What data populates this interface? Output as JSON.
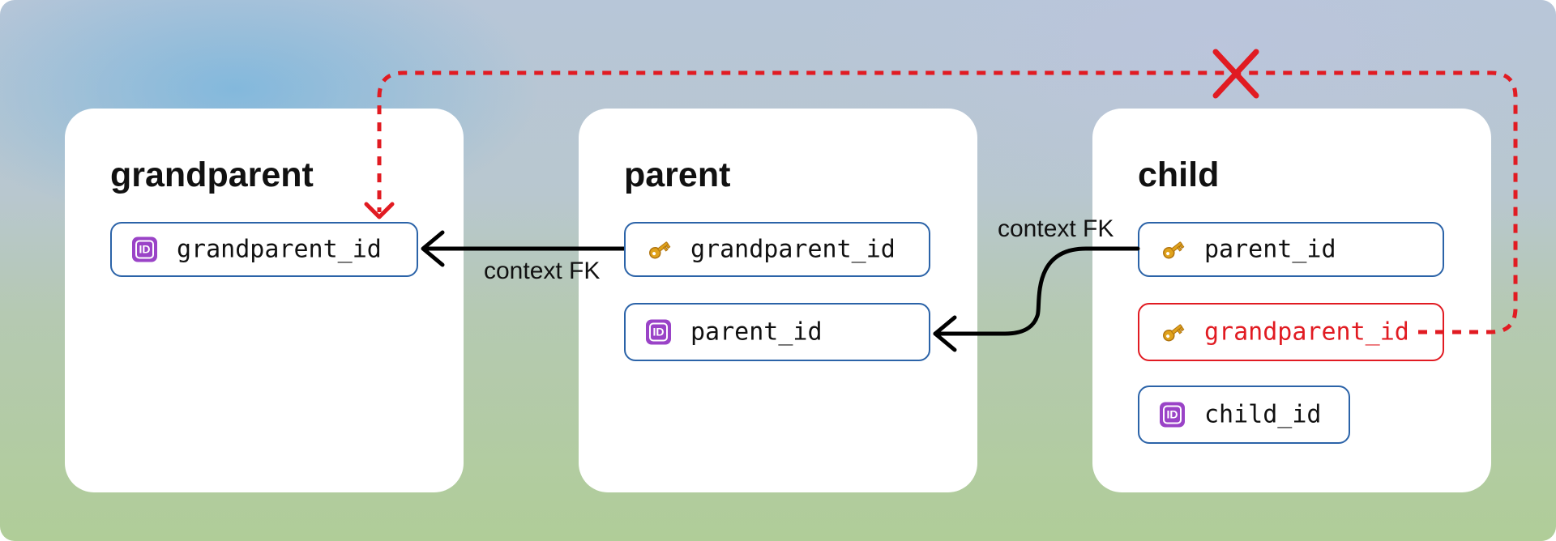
{
  "tables": [
    {
      "title": "grandparent",
      "fields": [
        {
          "name": "grandparent_id",
          "icon": "id-badge-icon",
          "status": "ok"
        }
      ]
    },
    {
      "title": "parent",
      "fields": [
        {
          "name": "grandparent_id",
          "icon": "key-icon",
          "status": "ok"
        },
        {
          "name": "parent_id",
          "icon": "id-badge-icon",
          "status": "ok"
        }
      ]
    },
    {
      "title": "child",
      "fields": [
        {
          "name": "parent_id",
          "icon": "key-icon",
          "status": "ok"
        },
        {
          "name": "grandparent_id",
          "icon": "key-icon",
          "status": "invalid"
        },
        {
          "name": "child_id",
          "icon": "id-badge-icon",
          "status": "ok"
        }
      ]
    }
  ],
  "relations": [
    {
      "from": "parent.grandparent_id",
      "to": "grandparent.grandparent_id",
      "label": "context FK",
      "status": "ok"
    },
    {
      "from": "child.parent_id",
      "to": "parent.parent_id",
      "label": "context FK",
      "status": "ok"
    },
    {
      "from": "child.grandparent_id",
      "to": "grandparent.grandparent_id",
      "label": "",
      "status": "forbidden"
    }
  ],
  "id_icon_text": "ID",
  "colors": {
    "field_border": "#2b63a8",
    "error": "#e11b22",
    "id_badge": "#9a43c7",
    "key": "#e0a21b"
  }
}
